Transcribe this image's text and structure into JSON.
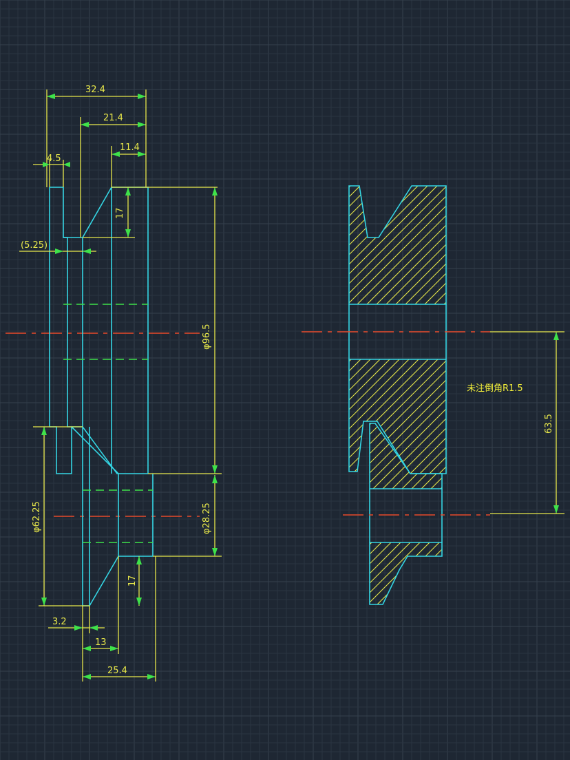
{
  "colors": {
    "background": "#1e2733",
    "geometry": "#34d6e4",
    "dimension": "#e8e84a",
    "arrow": "#3ee24a",
    "centerline": "#e84a2a",
    "hidden": "#3ee24a",
    "hatch": "#e8e84a",
    "note": "#f2ef3a"
  },
  "dimensions": {
    "width_32_4": "32.4",
    "width_21_4": "21.4",
    "width_11_4": "11.4",
    "width_4_5": "4.5",
    "ref_5_25": "(5.25)",
    "depth_17_top": "17",
    "dia_96_5": "φ96.5",
    "dia_62_25": "φ62.25",
    "dia_28_25": "φ28.25",
    "depth_17_bottom": "17",
    "width_3_2": "3.2",
    "width_13": "13",
    "width_25_4": "25.4",
    "dist_63_5": "63.5"
  },
  "note": {
    "text": "未注倒角R1.5"
  }
}
